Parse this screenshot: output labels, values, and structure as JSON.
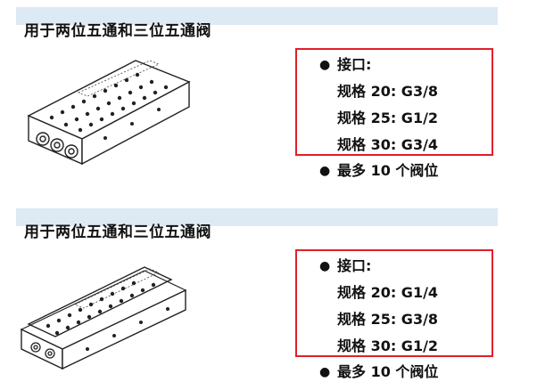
{
  "sections": [
    {
      "title": "用于两位五通和三位五通阀",
      "port_label": "接口:",
      "specs": [
        "规格 20: G3/8",
        "规格 25: G1/2",
        "规格 30: G3/4"
      ],
      "extra": "最多 10 个阀位"
    },
    {
      "title": "用于两位五通和三位五通阀",
      "port_label": "接口:",
      "specs": [
        "规格 20: G1/4",
        "规格 25: G3/8",
        "规格 30: G1/2"
      ],
      "extra": "最多 10 个阀位"
    }
  ],
  "colors": {
    "header_bar": "#dde9f3",
    "highlight_border": "#e0202a"
  },
  "icons": {
    "bullet": "bullet-icon",
    "manifold": "valve-manifold-icon"
  }
}
